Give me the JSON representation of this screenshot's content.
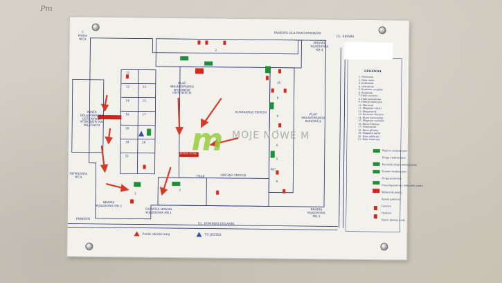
{
  "map": {
    "top_left": {
      "line1": "C",
      "line2": "WAGA",
      "line3": "WCA"
    },
    "parking_top": "PARKING DLA PRACOWNIKÓW",
    "street_top": "UL. SIRABA",
    "gate4": {
      "line1": "BRAMA",
      "line2": "WJAZDOWA",
      "line3": "NR 4"
    },
    "gate1": {
      "line1": "GŁÓWNA BRAMA",
      "line2": "WJAZDOWA NR 1"
    },
    "gate2": {
      "line1": "BRAMA",
      "line2": "WJAZDOWA NR 2"
    },
    "gate3": {
      "line1": "BRAMA",
      "line2": "WJAZDOWA",
      "line3": "NR 3"
    },
    "shed": {
      "line1": "WIATA",
      "line2": "SKŁADOWANIA",
      "line3": "GOTOWYCH",
      "line4": "WYROBÓW NA",
      "line5": "PALETACH"
    },
    "plac_left": {
      "line1": "PLAC",
      "line2": "SKŁADOWANIA",
      "line3": "WYROBÓW",
      "line4": "GOTOWYCH"
    },
    "plac_right": {
      "line1": "PLAC",
      "line2": "SKŁADOWANIA",
      "line3": "SUROWCA"
    },
    "suszarnia": "SUSZARNIA TROCIN",
    "obciag": "OBCIĄG TROCIN",
    "trak": "TRAK",
    "sewage": {
      "line1": "ODWADNIA",
      "line2": "WCA"
    },
    "parking_bottom": "PARKING",
    "street_bottom": "UL. KOMPANI GOLANKI",
    "red_sign": "JESTEŚ TUTAJ",
    "wc": "WC",
    "room_numbers": [
      "11",
      "12",
      "13",
      "14",
      "15",
      "16",
      "17",
      "18",
      "19",
      "20",
      "21",
      "10",
      "9",
      "8",
      "7",
      "6",
      "5",
      "4",
      "3",
      "2",
      "1"
    ],
    "meeting_point": "Punkt zbiórki tutaj",
    "you_are_here": "TU JESTEŚ"
  },
  "legend": {
    "title": "LEGENDA",
    "items": [
      "1. Portiernia",
      "2. Hala traku",
      "3. Kotłownia",
      "4. Ostrzalnia",
      "5. Kontener socjalny",
      "6. Stolarnia",
      "7. Hala suszarni",
      "8. Hala pomiarowa",
      "9. Hala produkcyjna",
      "10. Warsztat",
      "11. Magazyn części",
      "12. Magazynek",
      "13. Kontener dozorcy",
      "14. Biuro kierownika",
      "15. Magazyn narzędzi",
      "16. Biuro Prezesa",
      "17. Sekretariat",
      "18. Biuro główne",
      "19. Magazyn paliw",
      "20. Hala szlifierni",
      "21. Hala wiatrowa"
    ],
    "symbols": [
      "Wyjście ewakuacyjne",
      "Droga ewakuacyjna",
      "Kierunek drogi ewakuacyjnej",
      "Zestaw ewakuacyjny",
      "Droga pożarowa",
      "Przeciwpożarowy wyłącznik prądu",
      "Wyłącznik prądu",
      "Sprzęt gaśniczy",
      "Gaśnica",
      "Hydrant",
      "Zawór główny wody"
    ]
  },
  "watermark": "MOJE NOWE M",
  "watermark_logo": "m",
  "scribble": "Pm",
  "colors": {
    "ink": "#1f2a66",
    "exit_green": "#1f8f3a",
    "fire_red": "#d2281e",
    "arrow_red": "#d43a28"
  }
}
